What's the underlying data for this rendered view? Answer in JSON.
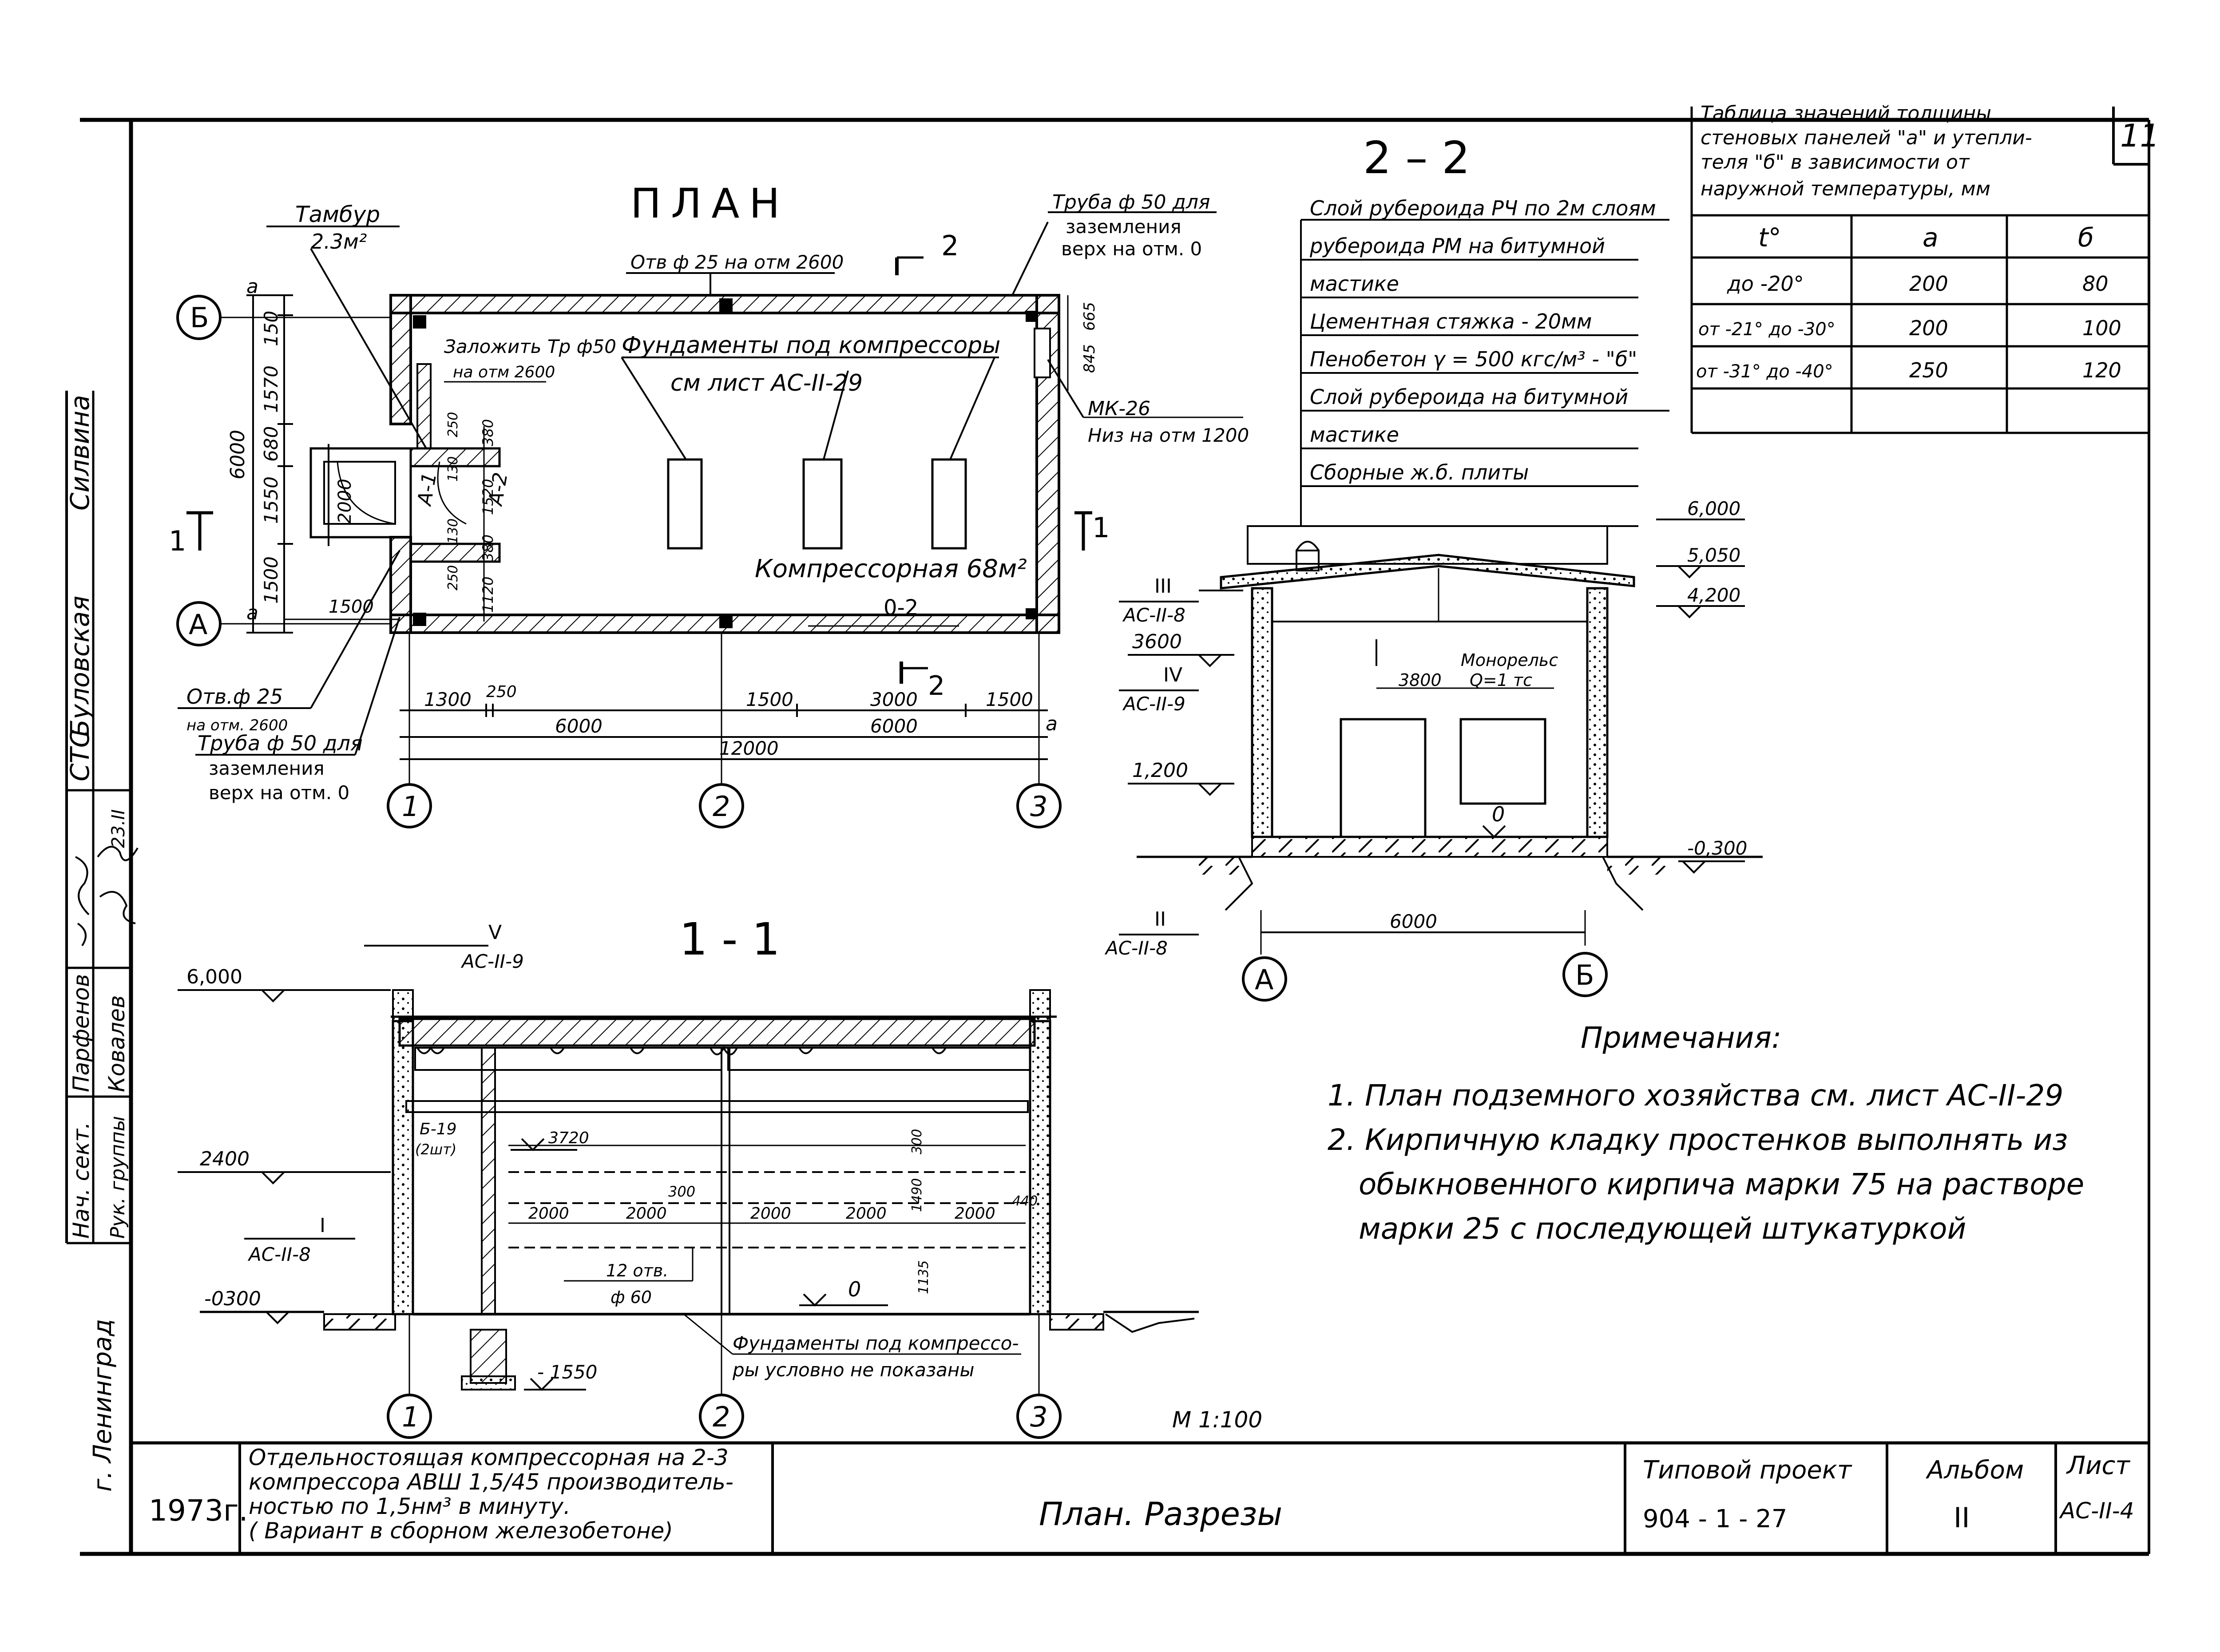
{
  "plan": {
    "title": "ПЛАН",
    "tambur_label": "Тамбур",
    "tambur_area": "2.3м²",
    "hole_top": "Отв ф 25 на отм 2600",
    "pipe_top_1": "Труба ф 50 для",
    "pipe_top_2": "заземления",
    "pipe_top_3": "верх на отм. 0",
    "foundation_1": "Фундаменты под компрессоры",
    "foundation_2": "см лист АС-II-29",
    "lay_pipe_1": "Заложить Тр ф50",
    "lay_pipe_2": "на отм 2600",
    "mk_1": "МК-26",
    "mk_2": "Низ на отм 1200",
    "room_label": "Компрессорная 68м²",
    "o2": "0-2",
    "hole_bot_1": "Отв.ф 25",
    "hole_bot_2": "на отм. 2600",
    "pipe_bot_1": "Труба ф 50 для",
    "pipe_bot_2": "заземления",
    "pipe_bot_3": "верх на отм. 0",
    "door_a1": "А-1",
    "door_a2": "А-2",
    "axis_b": "Б",
    "axis_a": "А",
    "axis_1": "1",
    "axis_2": "2",
    "axis_3": "3",
    "axis_a_small": "a",
    "cut_1": "1",
    "cut_2": "2",
    "dims_left": [
      "150",
      "1570",
      "680",
      "1550",
      "1500"
    ],
    "dim_6000_v": "6000",
    "dim_2000_v": "2000",
    "dims_inner": [
      "250",
      "130",
      "380",
      "1520",
      "380",
      "1120",
      "250",
      "130"
    ],
    "dims_right": [
      "665",
      "845"
    ],
    "dim_1500_left": "1500",
    "dims_bottom_1": [
      "1300",
      "250",
      "1500",
      "3000",
      "1500"
    ],
    "dims_bottom_2": [
      "6000",
      "6000"
    ],
    "dim_total": "12000"
  },
  "section22": {
    "title": "2 – 2",
    "layers": [
      "Слой рубероида РЧ по 2м слоям",
      "рубероида РМ на битумной",
      "мастике",
      "Цементная стяжка - 20мм",
      "Пенобетон γ = 500 кгс/м³ - \"б\"",
      "Слой рубероида на битумной",
      "мастике",
      "Сборные ж.б. плиты"
    ],
    "level_6000": "6,000",
    "level_5050": "5,050",
    "level_4200": "4,200",
    "level_3600": "3600",
    "level_1200": "1,200",
    "level_0": "0",
    "level_m0300": "-0,300",
    "ref_iii": "III",
    "ref_iii_sheet": "АС-II-8",
    "ref_iv": "IV",
    "ref_iv_sheet": "АС-II-9",
    "ref_ii": "II",
    "ref_ii_sheet": "АС-II-8",
    "hoist_1": "Монорельс",
    "hoist_2": "Q=1 тс",
    "dim_3800": "3800",
    "dim_6000": "6000",
    "axis_a": "А",
    "axis_b": "Б"
  },
  "table": {
    "caption": [
      "Таблица значений толщины",
      "стеновых панелей \"а\" и утепли-",
      "теля \"б\" в зависимости от",
      "наружной температуры, мм"
    ],
    "headers": [
      "t°",
      "а",
      "б"
    ],
    "rows": [
      [
        "до -20°",
        "200",
        "80"
      ],
      [
        "от -21° до -30°",
        "200",
        "100"
      ],
      [
        "от -31° до -40°",
        "250",
        "120"
      ]
    ],
    "sheet_num": "11"
  },
  "section11": {
    "title": "1 - 1",
    "ref_v": "V",
    "ref_v_sheet": "АС-II-9",
    "ref_i": "I",
    "ref_i_sheet": "АС-II-8",
    "level_6000": "6,000",
    "level_2400": "2400",
    "level_m0300": "-0300",
    "level_3720": "3720",
    "level_0": "0",
    "level_m1550": "- 1550",
    "beam_1": "Б-19",
    "beam_2": "(2шт)",
    "holes_1": "12 отв.",
    "holes_2": "ф 60",
    "dims_2000": [
      "2000",
      "2000",
      "2000",
      "2000",
      "2000"
    ],
    "dim_300a": "300",
    "dim_300b": "300",
    "dim_1490": "1490",
    "dim_1135": "1135",
    "dim_440": "440",
    "foundation_note_1": "Фундаменты под компрессо-",
    "foundation_note_2": "ры условно не показаны",
    "scale": "М 1:100",
    "axis_1": "1",
    "axis_2": "2",
    "axis_3": "3"
  },
  "notes": {
    "title": "Примечания:",
    "items": [
      "1. План подземного хозяйства см. лист АС-II-29",
      "2. Кирпичную кладку простенков выполнять из",
      "обыкновенного кирпича марки 75 на растворе",
      "марки 25 с последующей штукатуркой"
    ]
  },
  "side_stamp": {
    "city": "г. Ленинград",
    "roles": [
      "Нач. сект.",
      "Рук. группы"
    ],
    "names": [
      "Парфенов",
      "Ковалев"
    ],
    "org": [
      "СТС",
      "Буловская",
      "Силвина"
    ],
    "date": "23.II"
  },
  "title_block": {
    "year": "1973г.",
    "description": [
      "Отдельностоящая компрессорная на 2-3",
      "компрессора АВШ 1,5/45 производитель-",
      "ностью по 1,5нм³ в минуту.",
      "( Вариант в сборном железобетоне)"
    ],
    "sheet_title": "План. Разрезы",
    "project_label": "Типовой проект",
    "project_num": "904 - 1 - 27",
    "album_label": "Альбом",
    "album_num": "II",
    "sheet_label": "Лист",
    "sheet_num": "АС-II-4"
  }
}
